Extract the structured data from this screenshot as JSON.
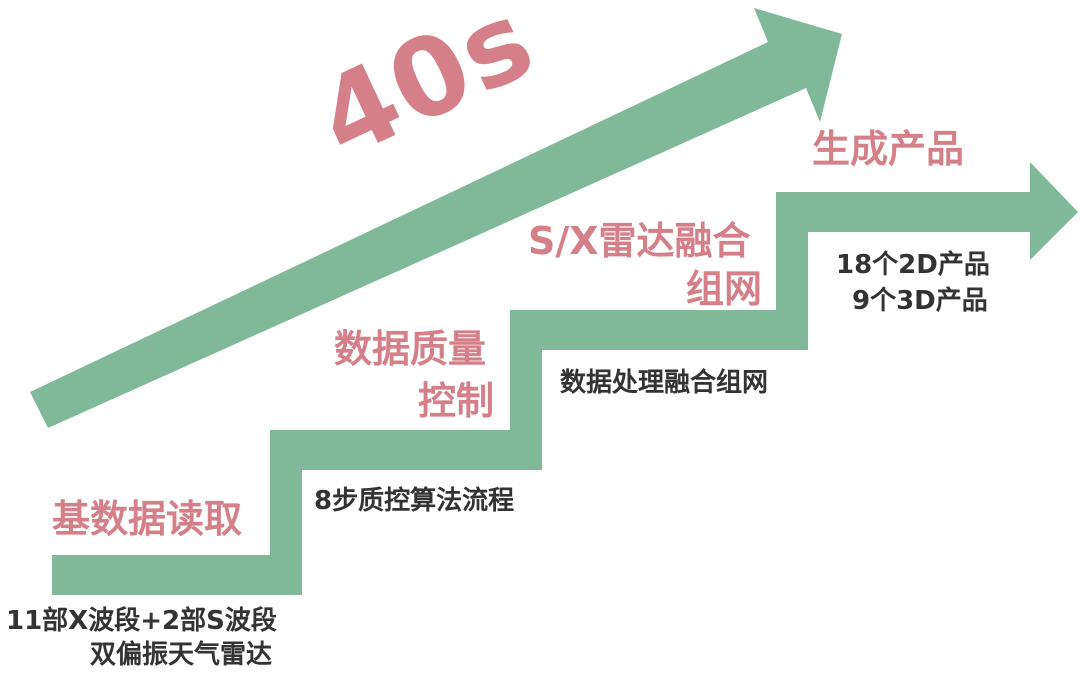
{
  "colors": {
    "green": "#7fb99a",
    "pink": "#d58089",
    "dark": "#333333"
  },
  "headline": "40s",
  "steps": [
    {
      "title": "基数据读取",
      "caption_lines": [
        "11部X波段+2部S波段",
        "双偏振天气雷达"
      ]
    },
    {
      "title_lines": [
        "数据质量",
        "控制"
      ],
      "caption_lines": [
        "8步质控算法流程"
      ]
    },
    {
      "title_lines": [
        "S/X雷达融合",
        "组网"
      ],
      "caption_lines": [
        "数据处理融合组网"
      ]
    },
    {
      "title": "生成产品",
      "caption_lines": [
        "18个2D产品",
        "9个3D产品"
      ]
    }
  ]
}
